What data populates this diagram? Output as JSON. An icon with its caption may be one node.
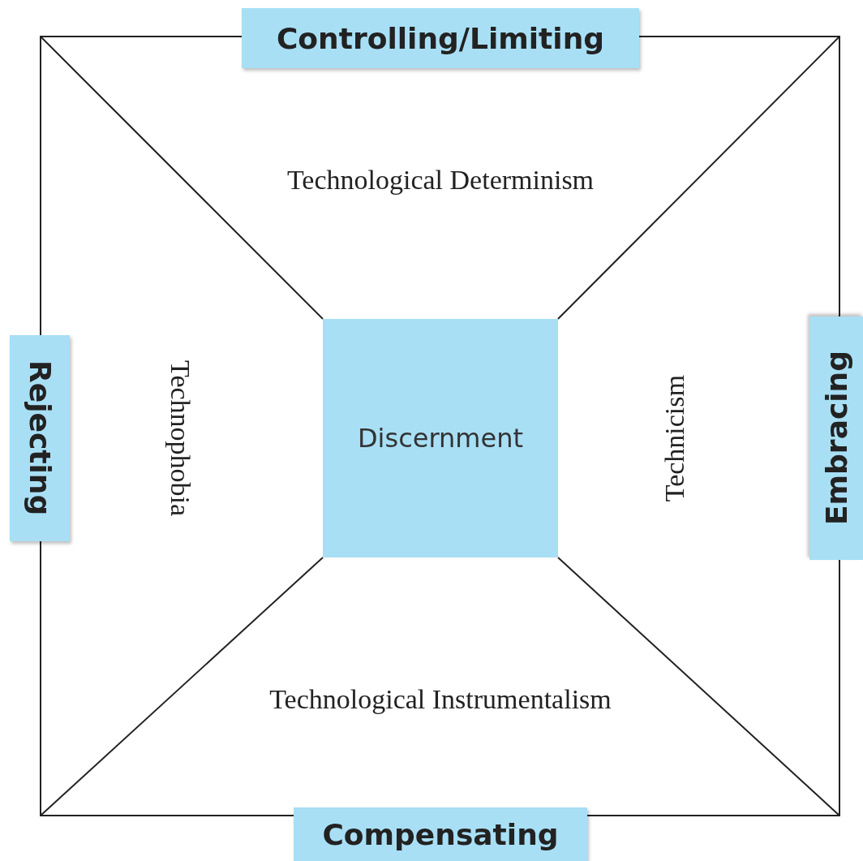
{
  "diagram": {
    "nodes": [
      {
        "text": [
          "Discernment"
        ]
      },
      {
        "text": [
          "Controlling/Limiting"
        ]
      },
      {
        "text": [
          "Rejecting"
        ]
      },
      {
        "text": [
          "Embracing"
        ]
      },
      {
        "text": [
          "Compensating"
        ]
      }
    ],
    "labels": [
      "Technological Determinism",
      "Technophobia",
      "Technicism",
      "Technological Instrumentalism"
    ]
  }
}
